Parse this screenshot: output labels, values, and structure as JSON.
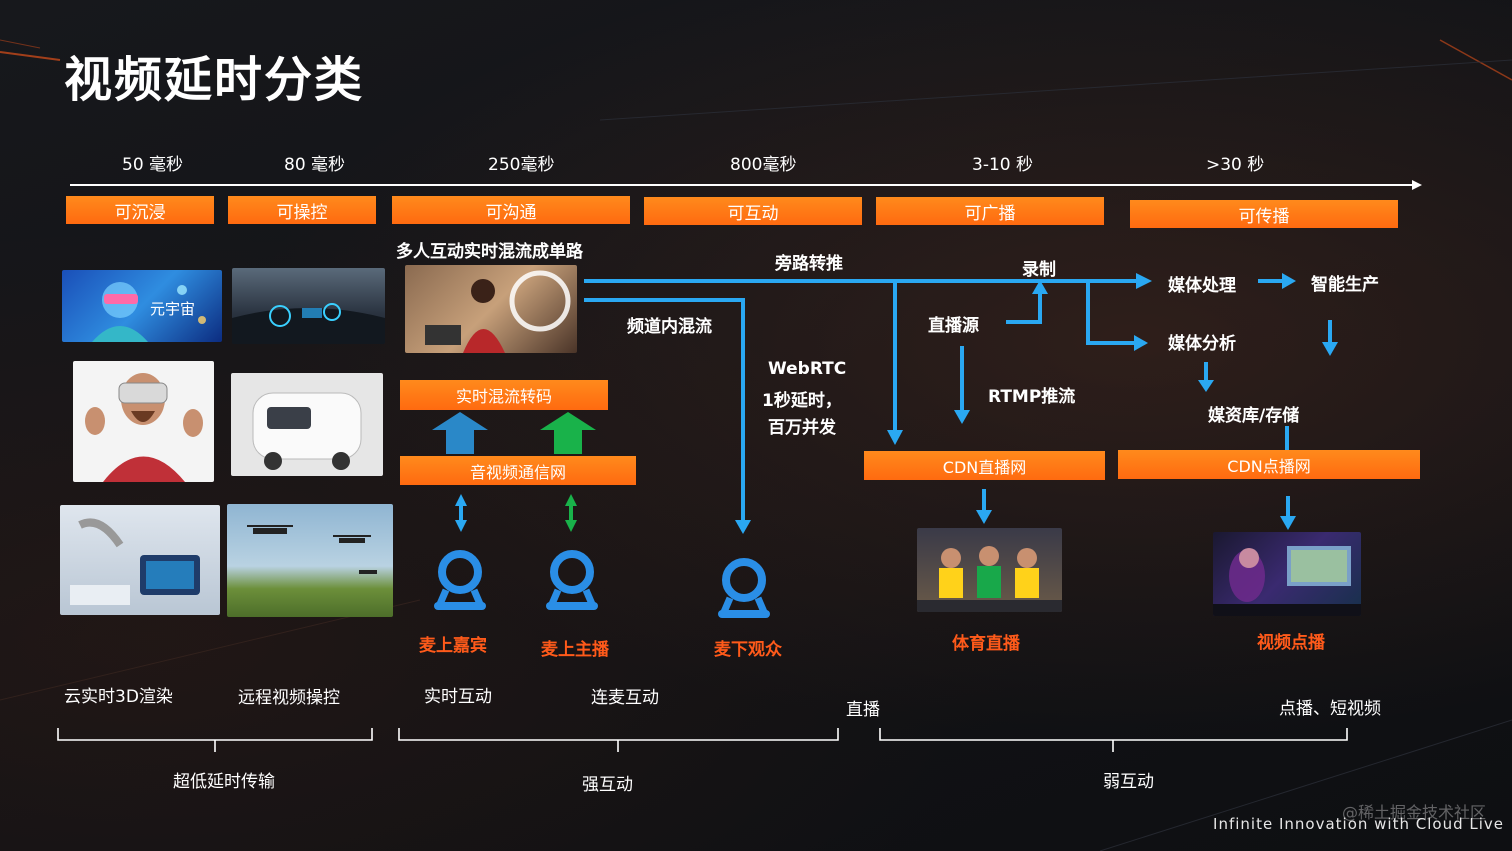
{
  "title": "视频延时分类",
  "timeline": {
    "ticks": [
      "50 毫秒",
      "80 毫秒",
      "250毫秒",
      "800毫秒",
      "3-10 秒",
      ">30 秒"
    ]
  },
  "tags": [
    "可沉浸",
    "可操控",
    "可沟通",
    "可互动",
    "可广播",
    "可传播"
  ],
  "labels": {
    "multi_mix": "多人互动实时混流成单路",
    "bypass_push": "旁路转推",
    "record": "录制",
    "channel_mix": "频道内混流",
    "live_source": "直播源",
    "media_process": "媒体处理",
    "smart_production": "智能生产",
    "media_analysis": "媒体分析",
    "webrtc_line1": "WebRTC",
    "webrtc_line2": "1秒延时，",
    "webrtc_line3": "百万并发",
    "rtmp_push": "RTMP推流",
    "media_library": "媒资库/存储"
  },
  "boxes": {
    "realtime_transcode": "实时混流转码",
    "av_network": "音视频通信网",
    "cdn_live": "CDN直播网",
    "cdn_vod": "CDN点播网"
  },
  "thumb_text": {
    "metaverse": "元宇宙"
  },
  "roles": {
    "guest": "麦上嘉宾",
    "host": "麦上主播",
    "audience": "麦下观众",
    "sports_live": "体育直播",
    "video_vod": "视频点播"
  },
  "scenarios": {
    "cloud_3d": "云实时3D渲染",
    "remote_control": "远程视频操控",
    "realtime_interact": "实时互动",
    "co_host": "连麦互动",
    "live": "直播",
    "vod_short": "点播、短视频"
  },
  "groups": {
    "ultra_low": "超低延时传输",
    "strong": "强互动",
    "weak": "弱互动"
  },
  "footer": "Infinite Innovation with Cloud Live",
  "watermark": "@稀土掘金技术社区",
  "colors": {
    "orange": "#ff6a10",
    "blue_arrow": "#2aa8f2",
    "green_arrow": "#19b24a",
    "role_red": "#ff5a1a"
  }
}
